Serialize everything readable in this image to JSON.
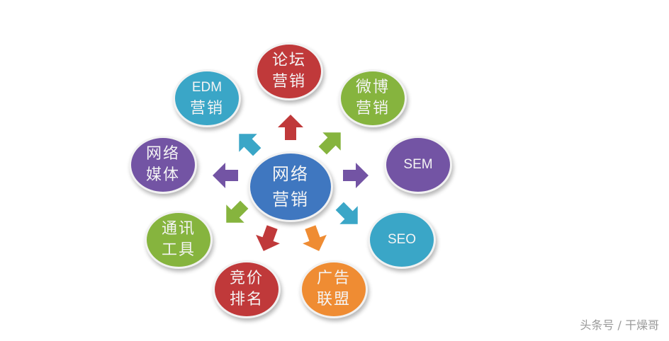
{
  "diagram": {
    "center": {
      "lines": [
        "网络",
        "营销"
      ],
      "color": "#3f77c0"
    },
    "nodes": [
      {
        "id": "forum",
        "lines": [
          "论坛",
          "营销"
        ],
        "color": "#c0393a"
      },
      {
        "id": "weibo",
        "lines": [
          "微博",
          "营销"
        ],
        "color": "#86b43e"
      },
      {
        "id": "sem",
        "lines": [
          "SEM"
        ],
        "color": "#7354a4"
      },
      {
        "id": "seo",
        "lines": [
          "SEO"
        ],
        "color": "#3aa6c7"
      },
      {
        "id": "ad-alliance",
        "lines": [
          "广告",
          "联盟"
        ],
        "color": "#ef8c33"
      },
      {
        "id": "bidding",
        "lines": [
          "竞价",
          "排名"
        ],
        "color": "#c0393a"
      },
      {
        "id": "im-tools",
        "lines": [
          "通讯",
          "工具"
        ],
        "color": "#86b43e"
      },
      {
        "id": "web-media",
        "lines": [
          "网络",
          "媒体"
        ],
        "color": "#7354a4"
      },
      {
        "id": "edm",
        "lines": [
          "EDM",
          "营销"
        ],
        "color": "#3aa6c7"
      }
    ],
    "arrows": [
      {
        "to": "forum",
        "color": "#c0393a"
      },
      {
        "to": "weibo",
        "color": "#86b43e"
      },
      {
        "to": "sem",
        "color": "#7354a4"
      },
      {
        "to": "seo",
        "color": "#3aa6c7"
      },
      {
        "to": "ad-alliance",
        "color": "#ef8c33"
      },
      {
        "to": "bidding",
        "color": "#c0393a"
      },
      {
        "to": "im-tools",
        "color": "#86b43e"
      },
      {
        "to": "web-media",
        "color": "#7354a4"
      },
      {
        "to": "edm",
        "color": "#3aa6c7"
      }
    ]
  },
  "watermark": "头条号 / 干燥哥"
}
